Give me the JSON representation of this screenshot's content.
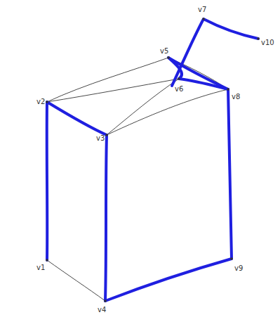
{
  "diagram": {
    "labels": [
      "v7",
      "v10",
      "v5",
      "v6",
      "v2",
      "v8",
      "v3",
      "v1",
      "v9",
      "v4"
    ]
  }
}
